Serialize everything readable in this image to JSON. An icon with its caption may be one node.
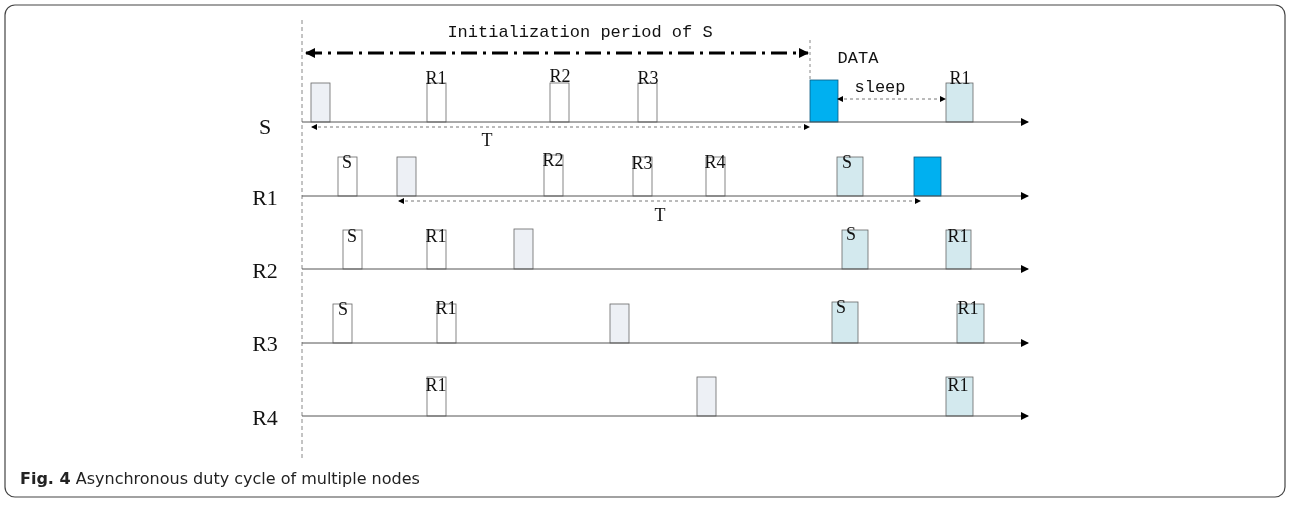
{
  "diagram": {
    "caption": "**Fig. 4** Asynchronous duty cycle of multiple nodes",
    "labels": [
      "Initialization period of S",
      "DATA",
      "R1",
      "R2",
      "R3",
      "sleep",
      "R1",
      "S",
      "T",
      "S",
      "R2",
      "R3",
      "R4",
      "S",
      "R1",
      "T",
      "S",
      "R1",
      "S",
      "R1",
      "R2",
      "S",
      "R1",
      "S",
      "R1",
      "R3",
      "R1",
      "R1",
      "R4"
    ]
  }
}
